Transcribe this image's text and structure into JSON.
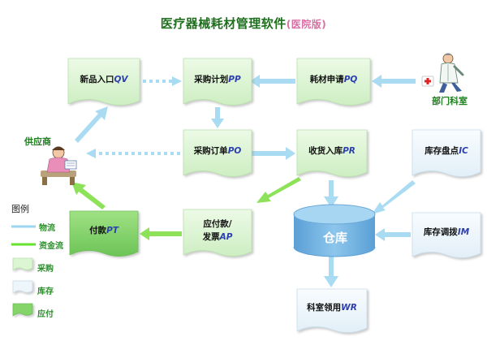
{
  "title": {
    "main": "医疗器械耗材管理软件",
    "sub": "(医院版)"
  },
  "nodes": {
    "new_item": {
      "label": "新品入口",
      "code": "QV"
    },
    "purchase_plan": {
      "label": "采购计划",
      "code": "PP"
    },
    "material_request": {
      "label": "耗材申请",
      "code": "PQ"
    },
    "purchase_order": {
      "label": "采购订单",
      "code": "PO"
    },
    "receive_stock": {
      "label": "收货入库",
      "code": "PR"
    },
    "stocktake": {
      "label": "库存盘点",
      "code": "IC"
    },
    "payable_line1": "应付款/",
    "payable_line2": "发票",
    "payable_code": "AP",
    "payment": {
      "label": "付款",
      "code": "PT"
    },
    "warehouse": {
      "label": "仓库"
    },
    "transfer": {
      "label": "库存调拨",
      "code": "IM"
    },
    "dept_usage": {
      "label": "科室领用",
      "code": "WR"
    }
  },
  "actors": {
    "supplier": "供应商",
    "department": "部门科室"
  },
  "legend": {
    "title": "图例",
    "items": [
      "物流",
      "资金流",
      "采购",
      "库存",
      "应付"
    ]
  },
  "colors": {
    "material_flow": "#9dd6f0",
    "money_flow": "#8ee25a",
    "purchase_fill": "#dcf5d2",
    "inventory_fill": "#eef6fb",
    "payable_fill": "#84d46a",
    "warehouse_fill": "#6fb1e0"
  },
  "icons": [
    "supplier-person-icon",
    "doctor-walking-icon",
    "red-cross-icon"
  ]
}
